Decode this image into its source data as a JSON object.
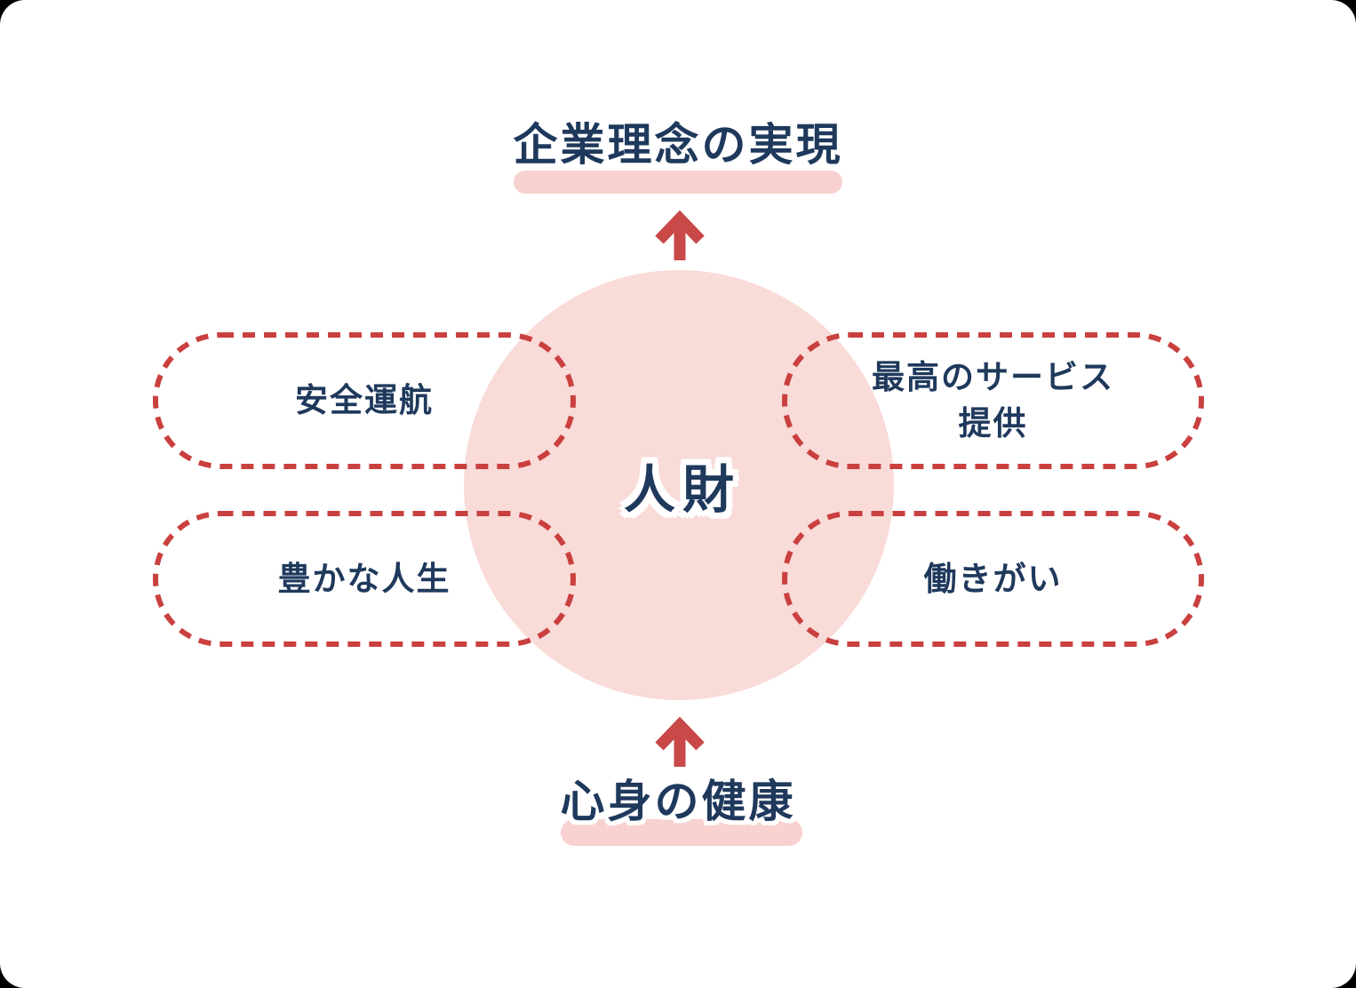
{
  "palette": {
    "canvas_background": "#ffffff",
    "outside_background": "#000000",
    "circle_pink": "#f9dbd8",
    "highlight_bar_pink": "#f8d2d0",
    "text_navy": "#1f395c",
    "dashed_border_red": "#c9403f",
    "arrow_red": "#c94848"
  },
  "diagram": {
    "top_goal": {
      "label": "企業理念の実現"
    },
    "center": {
      "label": "人財"
    },
    "bottom_foundation": {
      "label": "心身の健康"
    },
    "pills": [
      {
        "position": "top-left",
        "lines": [
          "安全運航"
        ]
      },
      {
        "position": "top-right",
        "lines": [
          "最高のサービス",
          "提供"
        ]
      },
      {
        "position": "bottom-left",
        "lines": [
          "豊かな人生"
        ]
      },
      {
        "position": "bottom-right",
        "lines": [
          "働きがい"
        ]
      }
    ],
    "arrows": [
      {
        "position": "top",
        "direction": "up"
      },
      {
        "position": "bottom",
        "direction": "up"
      }
    ]
  }
}
